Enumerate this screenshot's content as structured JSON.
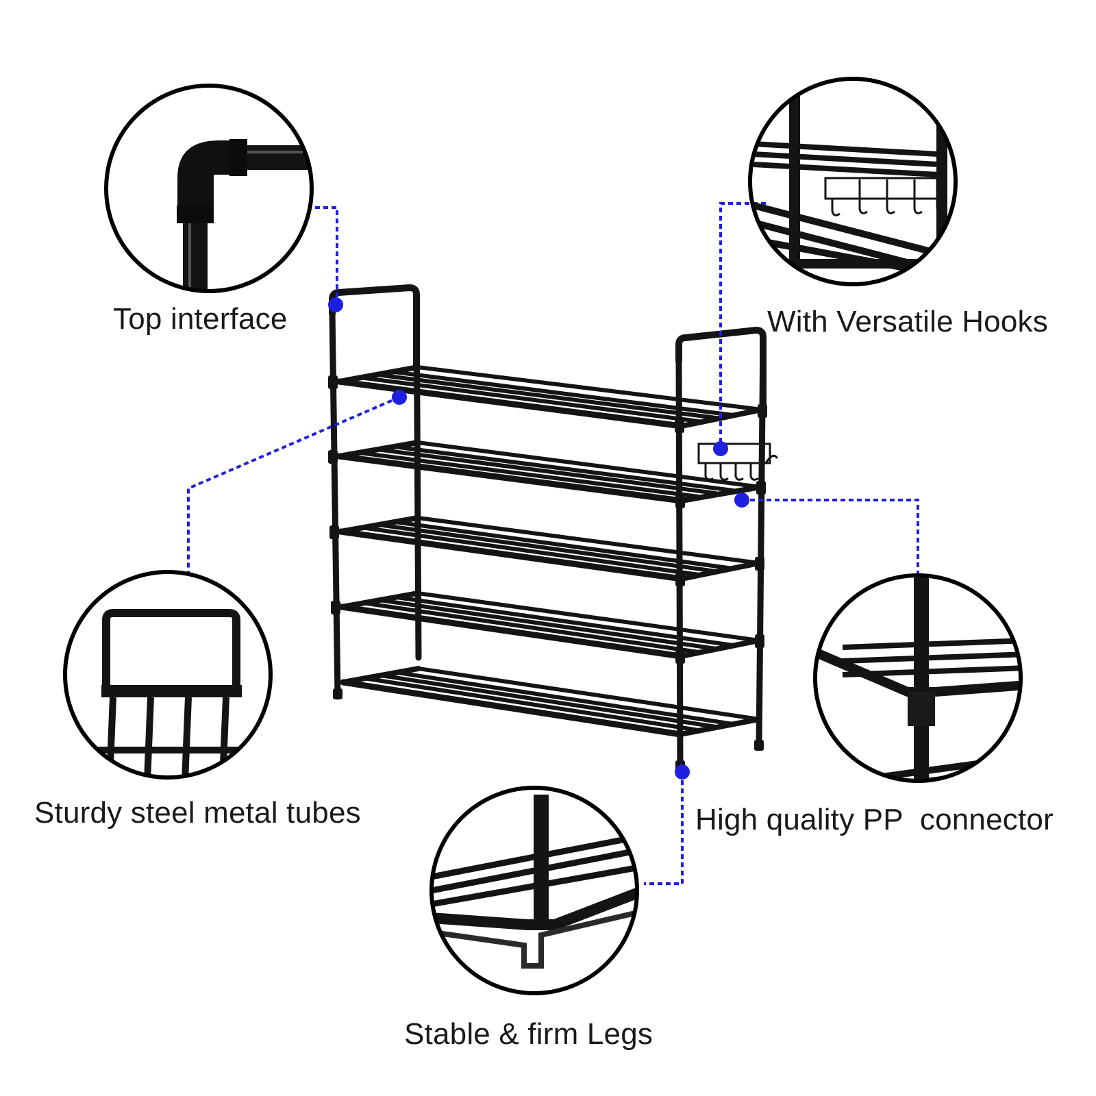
{
  "callouts": {
    "top_interface": "Top interface",
    "hooks": "With Versatile Hooks",
    "tubes": "Sturdy steel metal tubes",
    "connector": "High quality PP  connector",
    "legs": "Stable & firm Legs"
  },
  "colors": {
    "rack": "#141414",
    "leader_line": "#1f1fe0",
    "circle_border": "#000000",
    "text": "#1a1a1a"
  }
}
